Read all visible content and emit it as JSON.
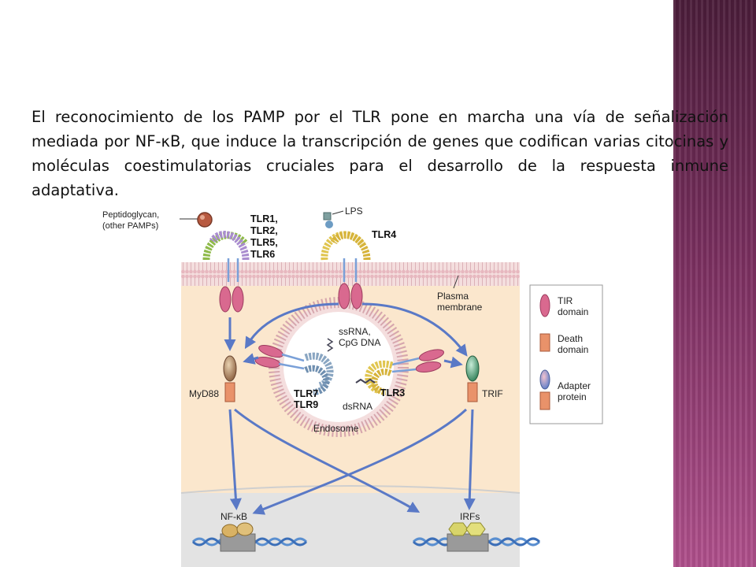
{
  "slide": {
    "paragraph": "El reconocimiento de los PAMP por el TLR pone en marcha una vía de señalización mediada por NF-κB, que induce la transcripción de genes que codifican varias citocinas y moléculas coestimulatorias cruciales para el desarrollo  de la respuesta inmune adaptativa."
  },
  "figure": {
    "ligands": {
      "peptidoglycan_line1": "Peptidoglycan,",
      "peptidoglycan_line2": "(other PAMPs)",
      "lps": "LPS"
    },
    "receptors": {
      "tlr1": "TLR1,",
      "tlr2": "TLR2,",
      "tlr5": "TLR5,",
      "tlr6": "TLR6",
      "tlr4": "TLR4",
      "tlr7": "TLR7",
      "tlr9": "TLR9",
      "tlr3": "TLR3"
    },
    "labels": {
      "plasma_line1": "Plasma",
      "plasma_line2": "membrane",
      "ssrna_line1": "ssRNA,",
      "ssrna_line2": "CpG DNA",
      "dsrna": "dsRNA",
      "endosome": "Endosome",
      "myd88": "MyD88",
      "trif": "TRIF",
      "nfkb": "NF-κB",
      "irfs": "IRFs"
    },
    "legend": {
      "tir_line1": "TIR",
      "tir_line2": "domain",
      "death_line1": "Death",
      "death_line2": "domain",
      "adapter_line1": "Adapter",
      "adapter_line2": "protein"
    },
    "colors": {
      "tir": "#d9698f",
      "death": "#e9926a",
      "arrow": "#5a79c6",
      "membrane": "#e8c3c8",
      "cytoplasm": "#fbe7cd",
      "nucleus": "#e3e3e3"
    }
  }
}
